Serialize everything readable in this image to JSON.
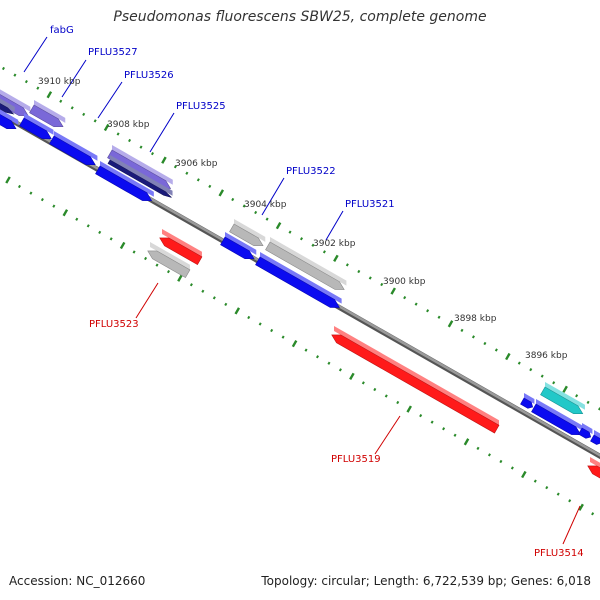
{
  "title": "Pseudomonas fluorescens SBW25, complete genome",
  "footer": {
    "accession": "Accession: NC_012660",
    "summary": "Topology: circular; Length: 6,722,539 bp; Genes: 6,018"
  },
  "colors": {
    "forward": "#0b0bf0",
    "reverse": "#ff1a1a",
    "grey": "#b8b8b8",
    "purple": "#7a68d8",
    "navy": "#1a1a7a",
    "cyan": "#22c8c8",
    "backbone": "#808080",
    "ticks": "#2a8a2a",
    "label_forward": "#0000c8",
    "label_reverse": "#d00000"
  },
  "position_labels": [
    "3910 kbp",
    "3908 kbp",
    "3906 kbp",
    "3904 kbp",
    "3902 kbp",
    "3900 kbp",
    "3898 kbp",
    "3896 kbp"
  ],
  "gene_labels": [
    "fabG",
    "PFLU3527",
    "PFLU3526",
    "PFLU3525",
    "PFLU3522",
    "PFLU3521",
    "PFLU3523",
    "PFLU3519",
    "PFLU3514"
  ]
}
